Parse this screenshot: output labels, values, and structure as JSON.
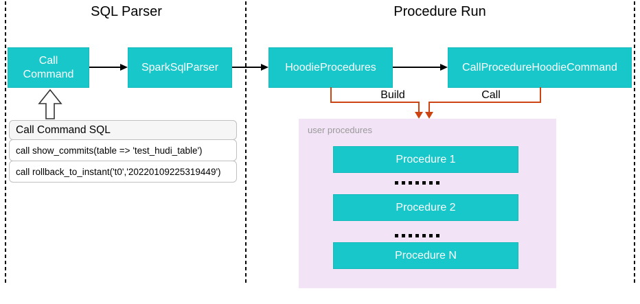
{
  "sections": {
    "sql_parser": {
      "title": "SQL Parser"
    },
    "procedure_run": {
      "title": "Procedure Run"
    }
  },
  "nodes": {
    "call_command": "Call Command",
    "spark_sql_parser": "SparkSqlParser",
    "hoodie_procedures": "HoodieProcedures",
    "call_procedure_hoodie_command": "CallProcedureHoodieCommand"
  },
  "connectors": {
    "build_label": "Build",
    "call_label": "Call"
  },
  "sql_panel": {
    "header": "Call Command SQL",
    "rows": [
      "call show_commits(table => 'test_hudi_table')",
      "call rollback_to_instant('t0','20220109225319449')"
    ]
  },
  "user_procedures": {
    "label": "user procedures",
    "items": [
      "Procedure 1",
      "Procedure 2",
      "Procedure N"
    ],
    "separator_dot_count": 7
  },
  "colors": {
    "node_teal": "#17c7c9",
    "container_pink": "#f2e4f6",
    "connector_orange": "#cc4411",
    "connector_black": "#000000"
  }
}
